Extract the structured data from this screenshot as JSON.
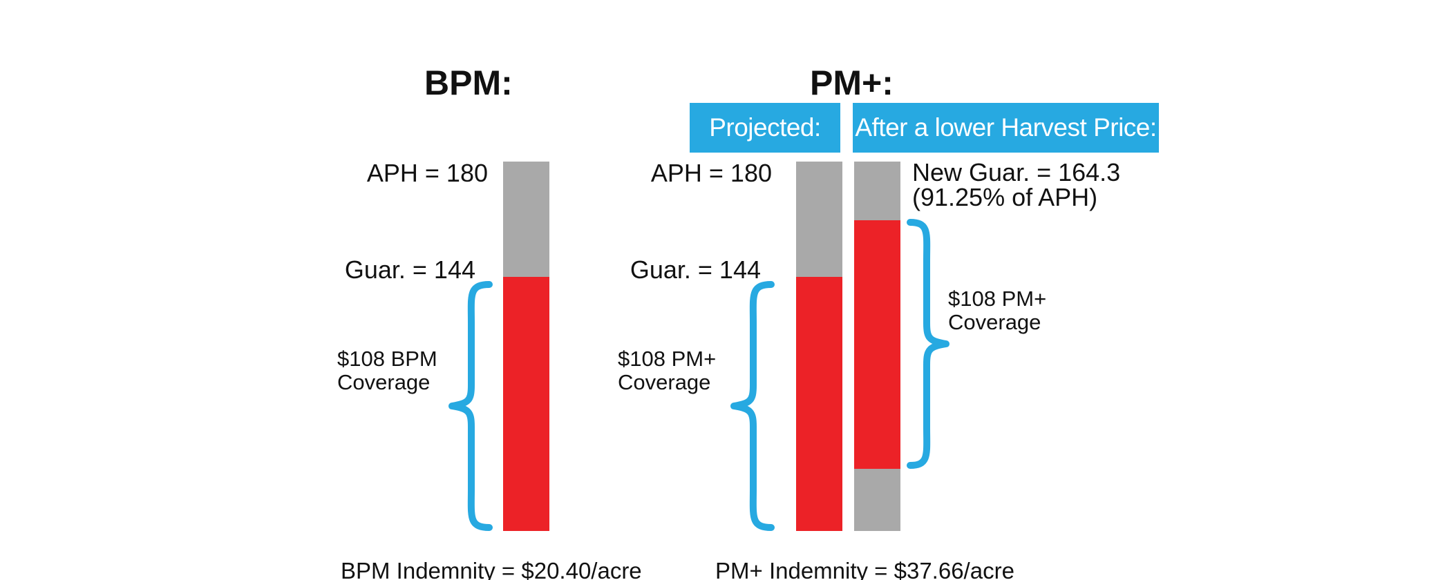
{
  "colors": {
    "aph_gray": "#a9a9a9",
    "coverage_red": "#ec2227",
    "accent_blue": "#27a9e1",
    "text": "#111111"
  },
  "bpm": {
    "heading": "BPM:",
    "aph_label": "APH = 180",
    "guar_label": "Guar. = 144",
    "coverage_line1": "$108 BPM",
    "coverage_line2": "Coverage",
    "indemnity": "BPM Indemnity = $20.40/acre"
  },
  "pm_plus": {
    "heading": "PM+:",
    "projected_tag": "Projected:",
    "harvest_tag": "After a lower Harvest Price:",
    "aph_label": "APH = 180",
    "guar_label": "Guar. = 144",
    "coverage_line1": "$108 PM+",
    "coverage_line2": "Coverage",
    "new_guar_line1": "New Guar. = 164.3",
    "new_guar_line2": "(91.25% of APH)",
    "harvest_coverage_line1": "$108 PM+",
    "harvest_coverage_line2": "Coverage",
    "indemnity": "PM+ Indemnity = $37.66/acre"
  },
  "values": {
    "aph": 180,
    "guarantee": 144,
    "new_guarantee": 164.3,
    "new_guarantee_pct_of_aph": 91.25,
    "coverage_dollars": 108
  }
}
